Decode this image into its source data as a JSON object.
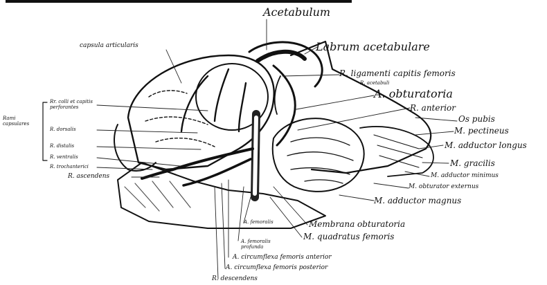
{
  "labels": {
    "acetabulum": "Acetabulum",
    "labrum_acetabulare": "Labrum acetabulare",
    "capsula_articularis": "capsula articularis",
    "r_ligamenti_capitis_femoris": "R. ligamenti capitis femoris",
    "r_acetabuli": "R. acetabuli",
    "a_obturatoria": "A. obturatoria",
    "r_anterior": "R. anterior",
    "os_pubis": "Os pubis",
    "m_pectineus": "M. pectineus",
    "m_adductor_longus": "M. adductor longus",
    "m_gracilis": "M. gracilis",
    "m_adductor_minimus": "M. adductor minimus",
    "m_obturator_externus": "M. obturator externus",
    "m_adductor_magnus": "M. adductor magnus",
    "membrana_obturatoria": "Membrana obturatoria",
    "m_quadratus_femoris": "M. quadratus femoris",
    "rami_capsulares": "Rami capsulares",
    "rr_colli_et_capitis_perforantes": "Rr. colli et capitis perforantes",
    "r_dorsalis": "R. dorsalis",
    "r_distalis": "R. distalis",
    "r_ventralis": "R. ventralis",
    "r_trochanterici": "R. trochanterici",
    "r_ascendens": "R. ascendens",
    "a_femoralis": "A. femoralis",
    "a_femoralis_profunda": "A. femoralis profunda",
    "a_circumflexa_femoris_anterior": "A. circumflexa femoris anterior",
    "a_circumflexa_femoris_posterior": "A. circumflexa femoris posterior",
    "r_descendens": "R. descendens"
  },
  "colors": {
    "ink": "#111111",
    "paper": "#ffffff",
    "shade": "#5a5a5a"
  }
}
